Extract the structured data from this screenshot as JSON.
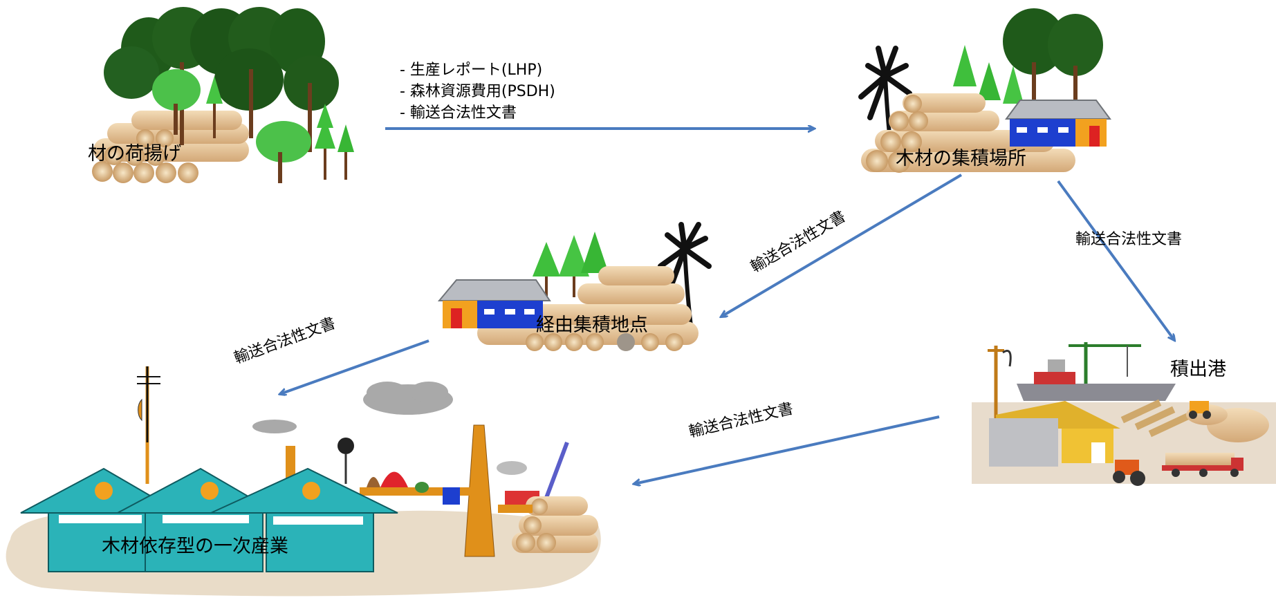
{
  "nodes": {
    "harvest": "材の荷揚げ",
    "logyard": "木材の集積場所",
    "transit": "経由集積地点",
    "port": "積出港",
    "industry": "木材依存型の一次産業"
  },
  "documents": {
    "harvest_to_logyard": [
      "-  生産レポート(LHP)",
      "-  森林資源費用(PSDH)",
      "-  輸送合法性文書"
    ],
    "logyard_to_transit": "輸送合法性文書",
    "logyard_to_port": "輸送合法性文書",
    "transit_to_industry": "輸送合法性文書",
    "port_to_industry": "輸送合法性文書"
  },
  "colors": {
    "arrow": "#4a7bbf",
    "tree_dark": "#1f5a1a",
    "tree_light": "#4cc14a",
    "log": "#e6c79a",
    "building": "#2bb3b8",
    "ground": "#e9dcc8"
  }
}
